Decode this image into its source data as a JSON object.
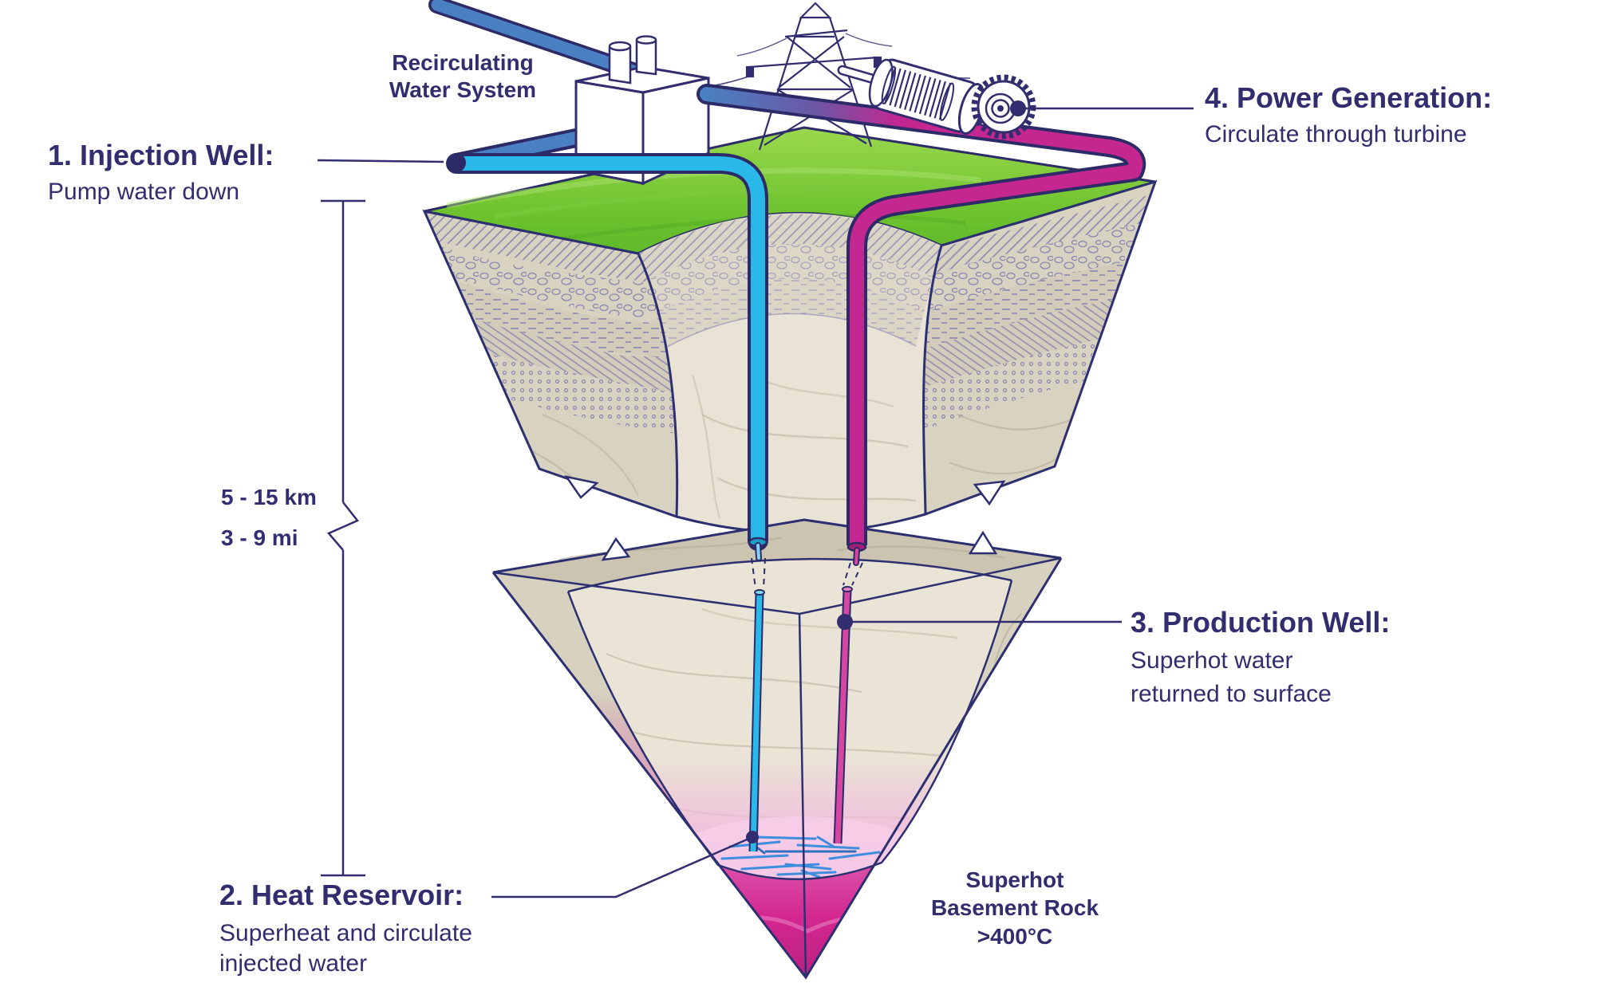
{
  "labels": {
    "recirculating": {
      "line1": "Recirculating",
      "line2": "Water System"
    },
    "injection": {
      "title": "1. Injection Well:",
      "desc": "Pump water down"
    },
    "reservoir": {
      "title": "2. Heat Reservoir:",
      "desc1": "Superheat and circulate",
      "desc2": "injected water"
    },
    "production": {
      "title": "3. Production Well:",
      "desc1": "Superhot water",
      "desc2": "returned to surface"
    },
    "power": {
      "title": "4. Power Generation:",
      "desc": "Circulate through turbine"
    },
    "depth": {
      "km": "5 - 15 km",
      "mi": "3 - 9 mi"
    },
    "basement": {
      "line1": "Superhot",
      "line2": "Basement Rock",
      "line3": ">400°C"
    }
  },
  "colors": {
    "text_navy": "#312d6e",
    "outline_navy": "#2c2a67",
    "injection_cyan": "#29b8e8",
    "return_blue": "#4a80c1",
    "transition_purple": "#6b57a6",
    "production_magenta": "#c4278f",
    "reservoir_magenta": "#d3278f",
    "grass_green": "#6ec32f",
    "rock_beige": "#d8d2c1",
    "fracture_blue": "#3f8edd"
  }
}
